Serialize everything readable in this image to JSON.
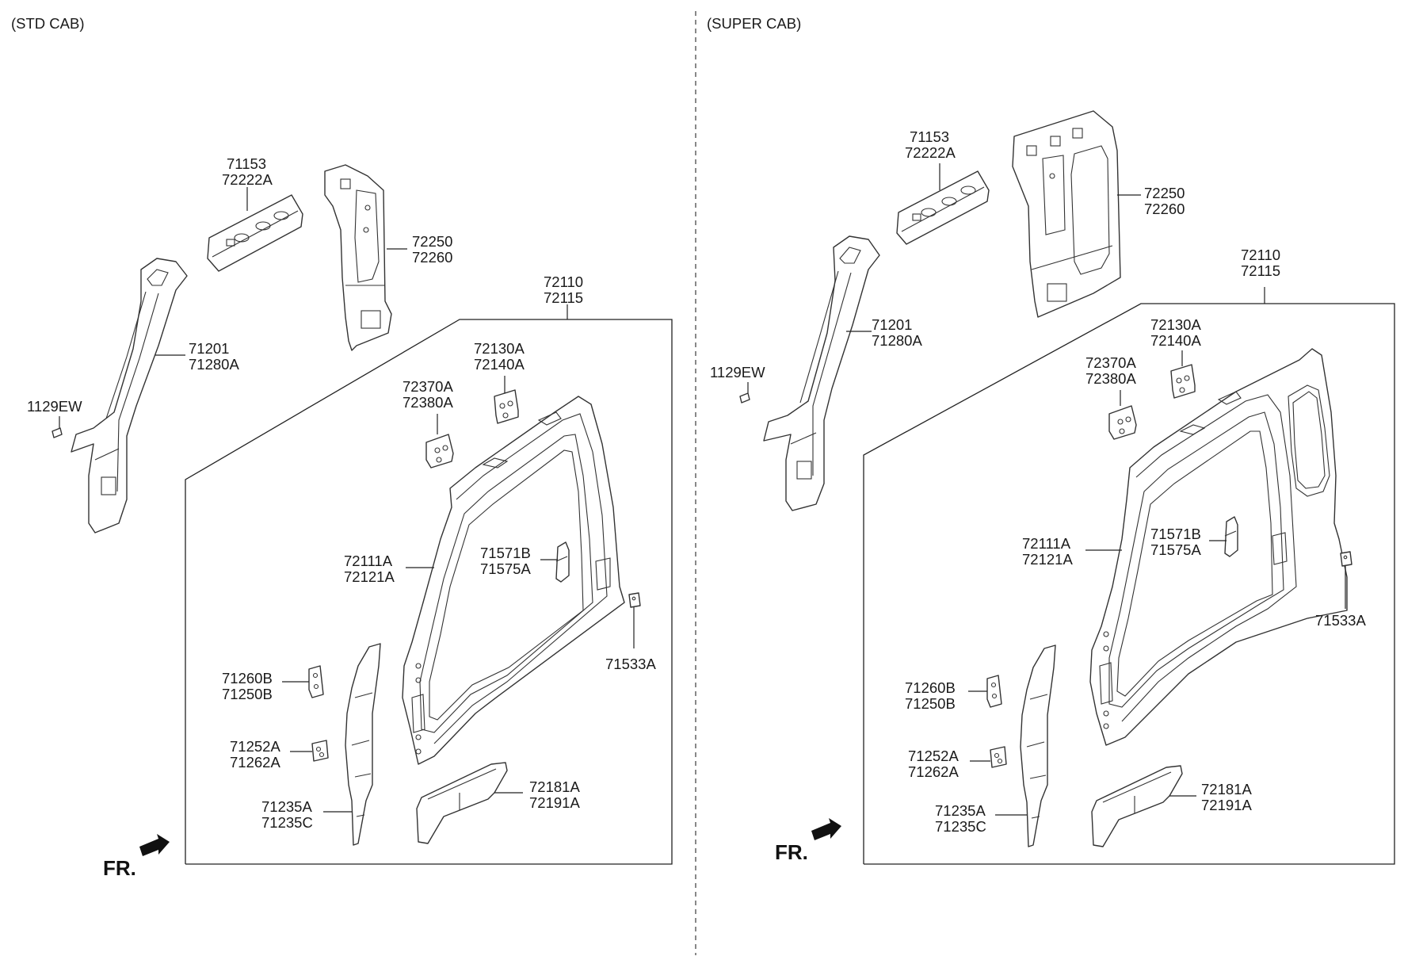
{
  "sections": [
    {
      "title": "(STD CAB)",
      "labels": {
        "l71153": "71153",
        "l72222A": "72222A",
        "l72250": "72250",
        "l72260": "72260",
        "l72110": "72110",
        "l72115": "72115",
        "l71201": "71201",
        "l71280A": "71280A",
        "l1129EW": "1129EW",
        "l72370A": "72370A",
        "l72380A": "72380A",
        "l72130A": "72130A",
        "l72140A": "72140A",
        "l72111A": "72111A",
        "l72121A": "72121A",
        "l71571B": "71571B",
        "l71575A": "71575A",
        "l71533A": "71533A",
        "l71260B": "71260B",
        "l71250B": "71250B",
        "l71252A": "71252A",
        "l71262A": "71262A",
        "l71235A": "71235A",
        "l71235C": "71235C",
        "l72181A": "72181A",
        "l72191A": "72191A"
      },
      "fr": "FR."
    },
    {
      "title": "(SUPER CAB)",
      "labels": {
        "l71153": "71153",
        "l72222A": "72222A",
        "l72250": "72250",
        "l72260": "72260",
        "l72110": "72110",
        "l72115": "72115",
        "l71201": "71201",
        "l71280A": "71280A",
        "l1129EW": "1129EW",
        "l72370A": "72370A",
        "l72380A": "72380A",
        "l72130A": "72130A",
        "l72140A": "72140A",
        "l72111A": "72111A",
        "l72121A": "72121A",
        "l71571B": "71571B",
        "l71575A": "71575A",
        "l71533A": "71533A",
        "l71260B": "71260B",
        "l71250B": "71250B",
        "l71252A": "71252A",
        "l71262A": "71262A",
        "l71235A": "71235A",
        "l71235C": "71235C",
        "l72181A": "72181A",
        "l72191A": "72191A"
      },
      "fr": "FR."
    }
  ]
}
